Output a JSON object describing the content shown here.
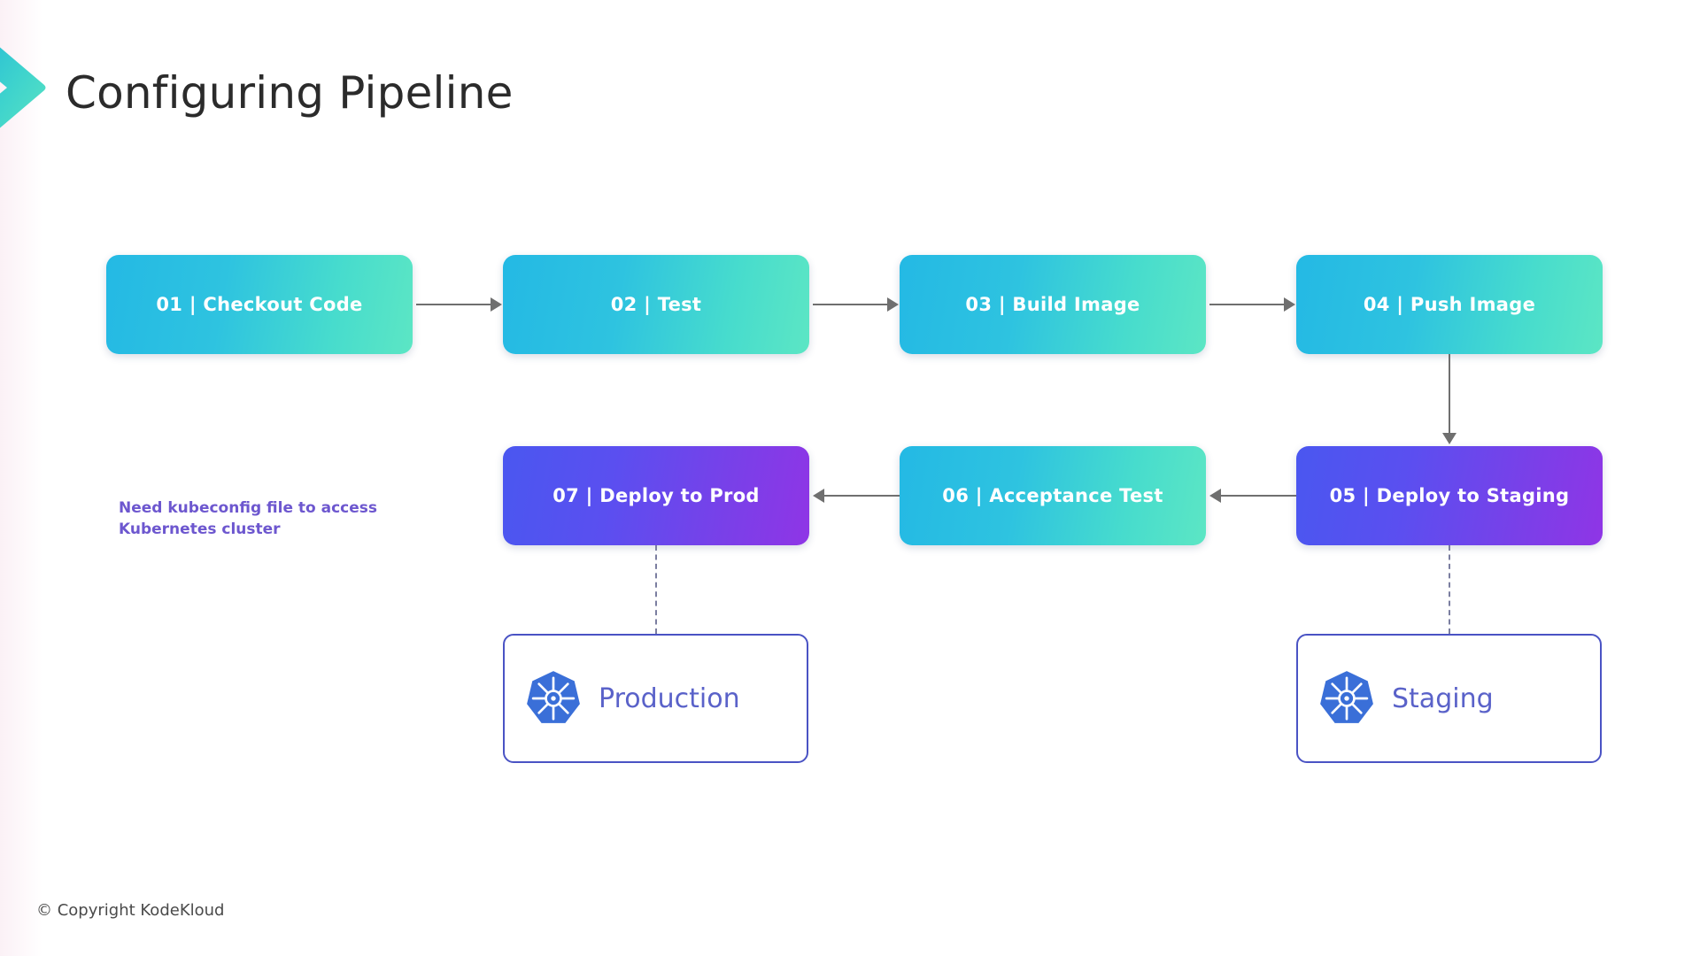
{
  "slide": {
    "title": "Configuring Pipeline",
    "footer": "© Copyright KodeKloud",
    "logo_icon": "chevron-right-logo"
  },
  "note": {
    "line1": "Need kubeconfig file to access",
    "line2": "Kubernetes cluster",
    "color": "#6d57cf"
  },
  "pipeline": {
    "row1": [
      {
        "label": "01 | Checkout Code"
      },
      {
        "label": "02 | Test"
      },
      {
        "label": "03 | Build Image"
      },
      {
        "label": "04 | Push Image"
      }
    ],
    "row2": [
      {
        "label": "07 | Deploy to Prod"
      },
      {
        "label": "06 | Acceptance Test"
      },
      {
        "label": "05 | Deploy to Staging"
      }
    ]
  },
  "clusters": [
    {
      "label": "Production",
      "icon": "kubernetes-icon"
    },
    {
      "label": "Staging",
      "icon": "kubernetes-icon"
    }
  ],
  "colors": {
    "teal_start": "#24b9e4",
    "teal_end": "#5ce6c4",
    "violet_start": "#4a57f0",
    "violet_end": "#8f35e6",
    "connector": "#6f6f6f",
    "cluster_border": "#4a53c4",
    "k8s_blue": "#3a6fd8",
    "note_purple": "#6d57cf"
  }
}
